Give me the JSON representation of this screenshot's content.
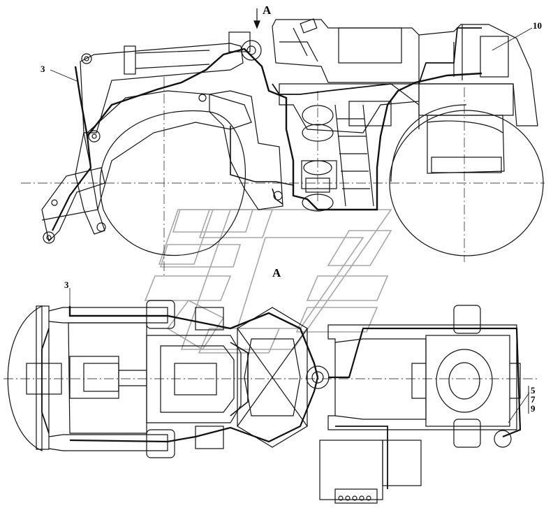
{
  "drawing": {
    "view_markers": {
      "top_arrow": "A",
      "view_label": "A"
    },
    "callouts": {
      "side_harness": "3",
      "plan_harness": "3",
      "battery_box": "10",
      "stack_a": "5",
      "stack_b": "7",
      "stack_c": "9"
    },
    "colors": {
      "line": "#111111",
      "watermark": "#8a8a8a",
      "paper": "#ffffff"
    }
  }
}
